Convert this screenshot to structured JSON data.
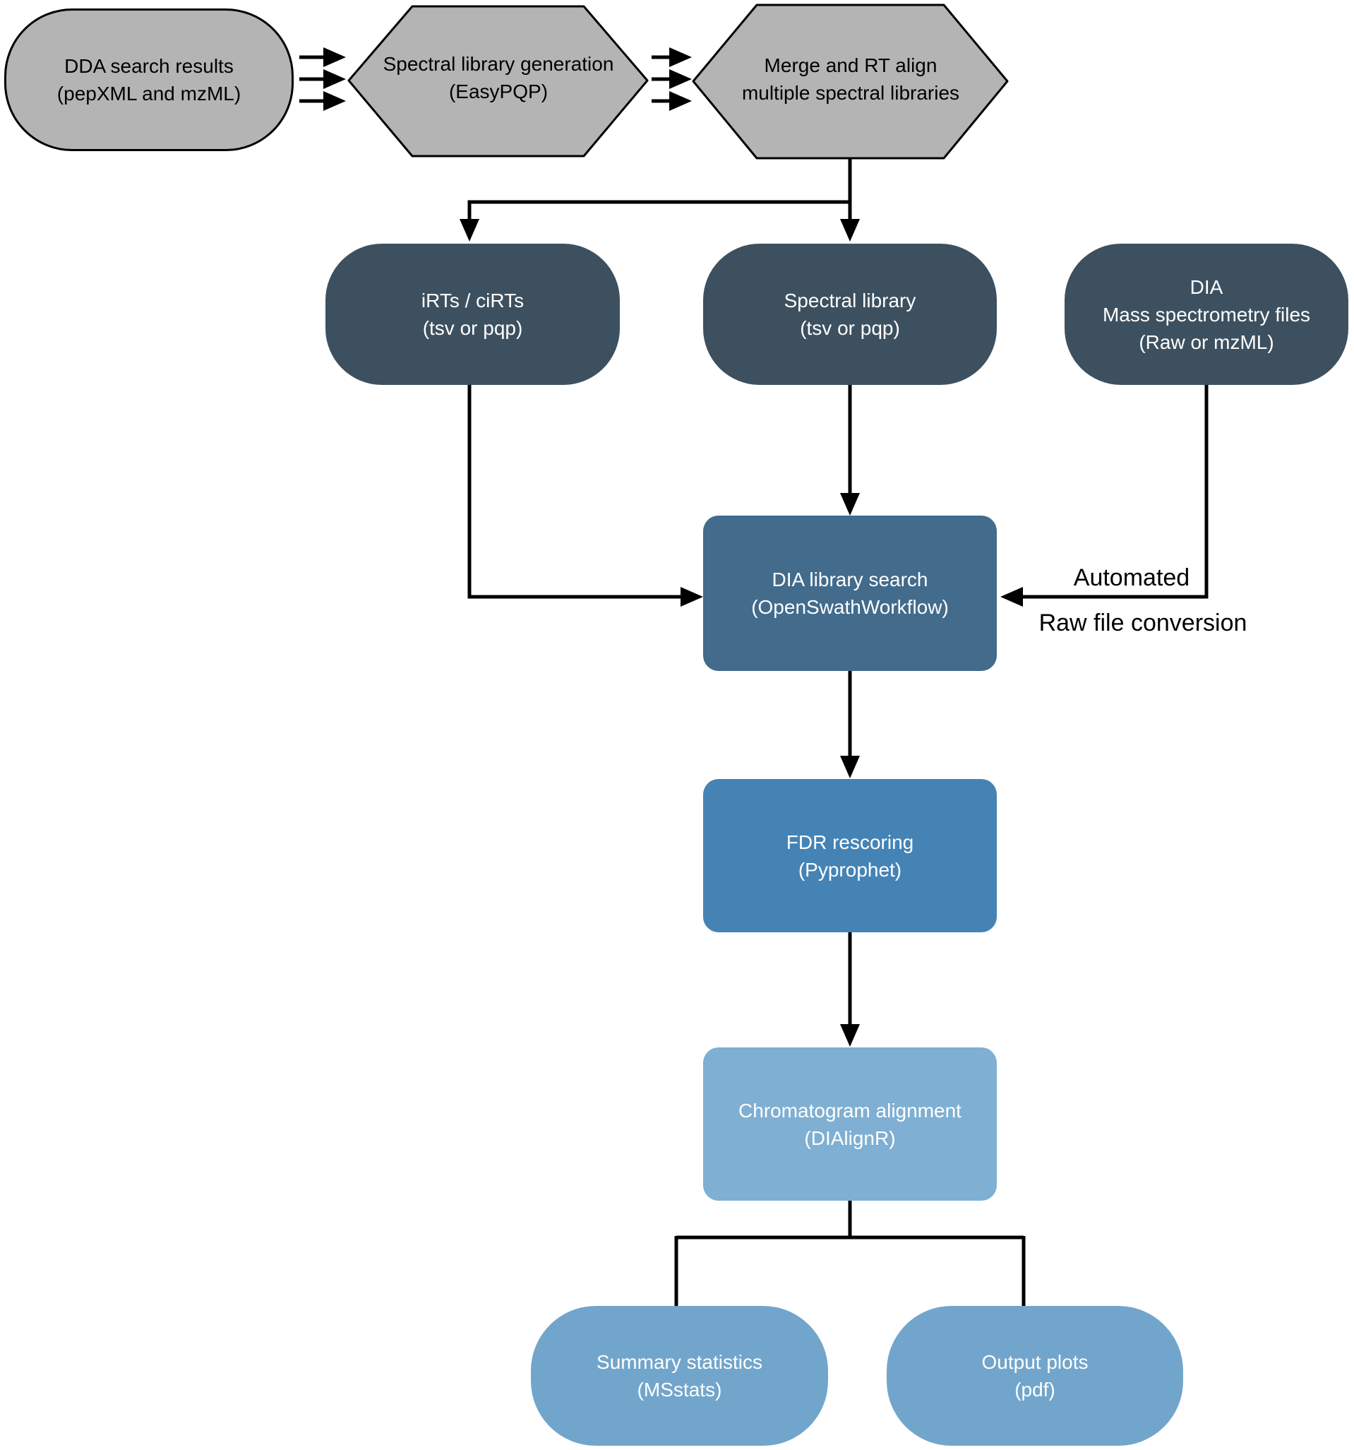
{
  "palette": {
    "gray_fill": "#b4b4b4",
    "dark_slate_fill": "#3d505f",
    "mid_blue_fill": "#426b8c",
    "steel_blue_fill": "#4583b5",
    "light_blue_fill": "#7fafd2",
    "soft_blue_fill": "#72a5cb",
    "line_color": "#000000",
    "text_on_gray": "#000000",
    "text_on_color": "#ffffff"
  },
  "nodes": {
    "dda_results": {
      "line1": "DDA search results",
      "line2": "(pepXML and mzML)"
    },
    "spectral_lib_gen": {
      "line1": "Spectral library generation",
      "line2": "(EasyPQP)"
    },
    "merge_rt_align": {
      "line1": "Merge and RT align",
      "line2": "multiple spectral libraries"
    },
    "irts": {
      "line1": "iRTs / ciRTs",
      "line2": "(tsv or pqp)"
    },
    "spectral_library": {
      "line1": "Spectral library",
      "line2": "(tsv or pqp)"
    },
    "dia_ms_files": {
      "line1": "DIA",
      "line2": "Mass spectrometry files",
      "line3": "(Raw or mzML)"
    },
    "dia_library_search": {
      "line1": "DIA library search",
      "line2": "(OpenSwathWorkflow)"
    },
    "fdr_rescoring": {
      "line1": "FDR rescoring",
      "line2": "(Pyprophet)"
    },
    "chromatogram_alignment": {
      "line1": "Chromatogram alignment",
      "line2": "(DIAlignR)"
    },
    "summary_statistics": {
      "line1": "Summary statistics",
      "line2": "(MSstats)"
    },
    "output_plots": {
      "line1": "Output plots",
      "line2": "(pdf)"
    }
  },
  "labels": {
    "automated": "Automated",
    "raw_file_conversion": "Raw file conversion"
  }
}
